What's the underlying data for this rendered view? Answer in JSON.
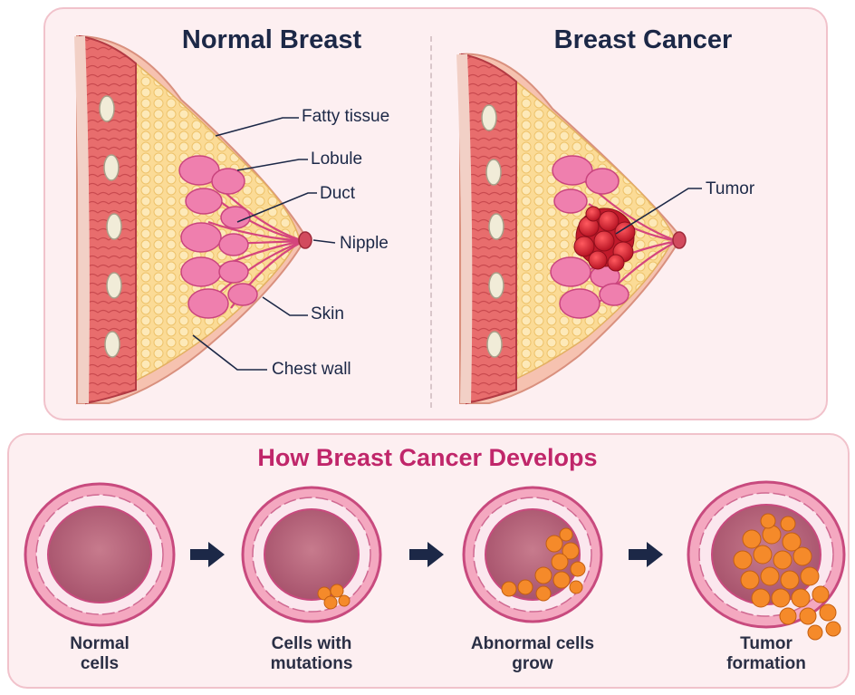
{
  "anatomy": {
    "normal_title": "Normal Breast",
    "cancer_title": "Breast Cancer",
    "labels": {
      "fatty_tissue": "Fatty tissue",
      "lobule": "Lobule",
      "duct": "Duct",
      "nipple": "Nipple",
      "skin": "Skin",
      "chest_wall": "Chest wall",
      "tumor": "Tumor"
    }
  },
  "development": {
    "title": "How Breast Cancer Develops",
    "stages": [
      {
        "line1": "Normal",
        "line2": "cells"
      },
      {
        "line1": "Cells with",
        "line2": "mutations"
      },
      {
        "line1": "Abnormal cells",
        "line2": "grow"
      },
      {
        "line1": "Tumor",
        "line2": "formation"
      }
    ]
  },
  "colors": {
    "heading": "#1c2847",
    "accent": "#c0266a",
    "panel": "#fdeff1",
    "fat": "#fbd98f",
    "lobule": "#ea6ba0",
    "tumor": "#d3202e",
    "abnormal_cells": "#f58a2a"
  }
}
